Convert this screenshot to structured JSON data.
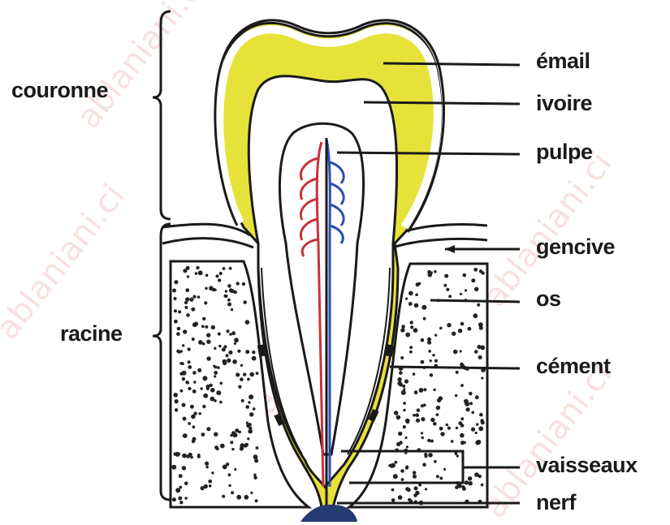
{
  "labels": {
    "couronne": "couronne",
    "racine": "racine",
    "email": "émail",
    "ivoire": "ivoire",
    "pulpe": "pulpe",
    "gencive": "gencive",
    "os": "os",
    "cement": "cément",
    "vaisseaux": "vaisseaux",
    "nerf": "nerf"
  },
  "watermark": "ablaniani.ci",
  "colors": {
    "enamel": "#e6e23a",
    "bone_dots": "#222222",
    "vessel_red": "#c8323c",
    "vessel_blue": "#2a4fb0",
    "ink": "#1a1a1a"
  }
}
